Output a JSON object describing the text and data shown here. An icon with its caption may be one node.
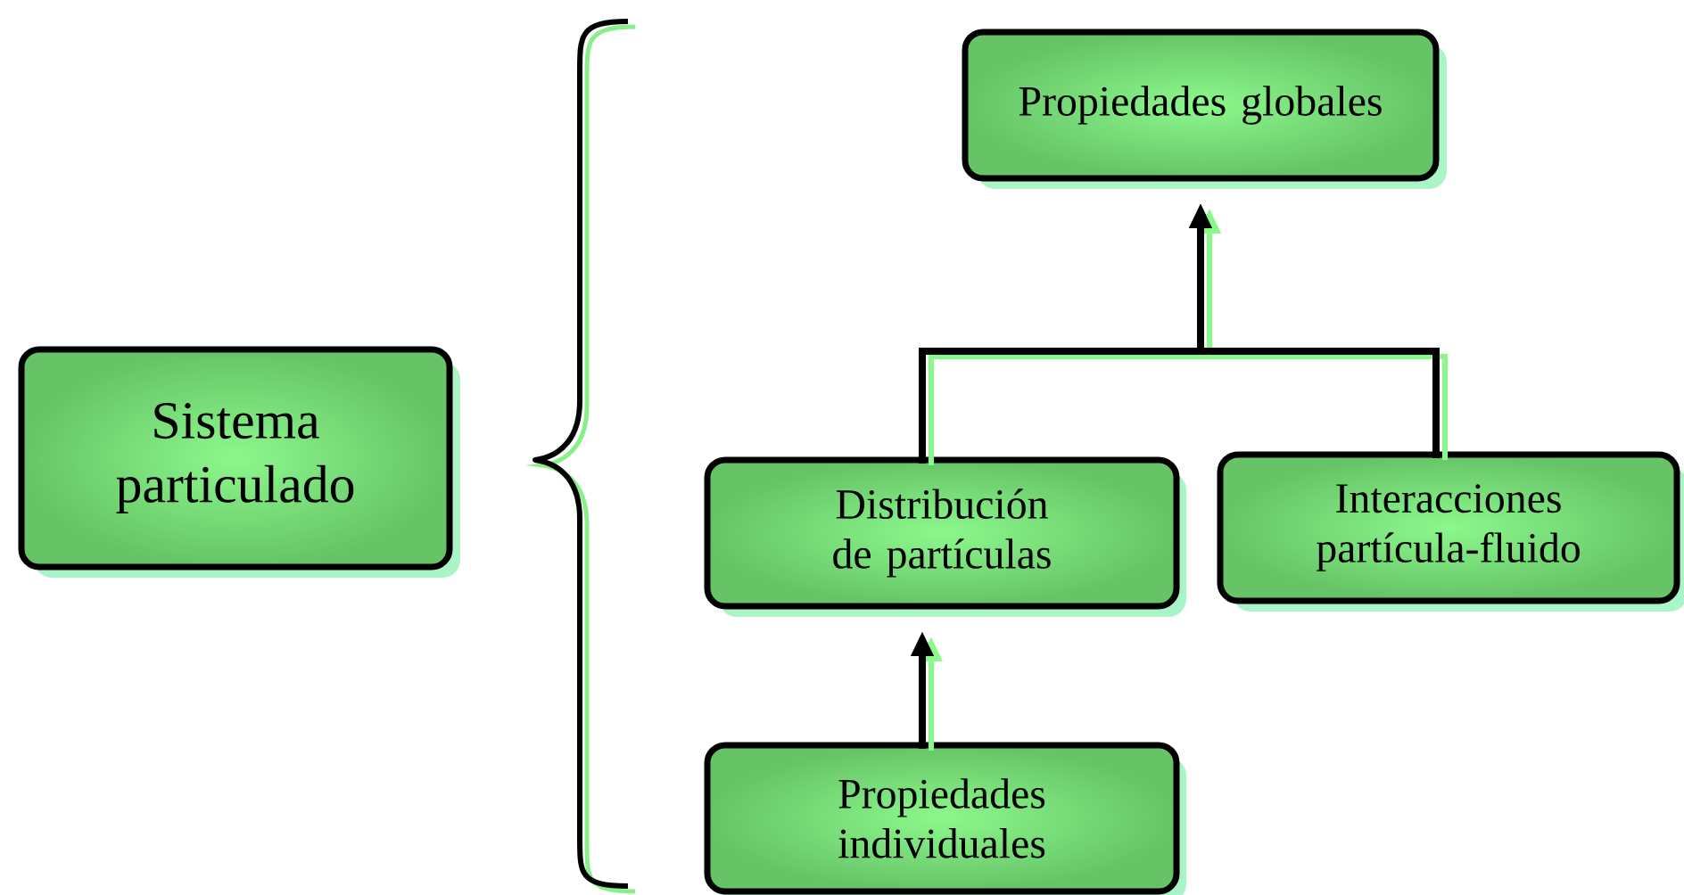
{
  "diagram": {
    "nodes": [
      {
        "text": [
          "Sistema particulado"
        ]
      },
      {
        "text": [
          "Propiedades globales"
        ]
      },
      {
        "text": [
          "Distribución de partículas"
        ]
      },
      {
        "text": [
          "Interacciones partícula-fluido"
        ]
      },
      {
        "text": [
          "Propiedades individuales"
        ]
      }
    ],
    "edges": [
      {
        "from": 2,
        "to": 1,
        "arrow": "to"
      },
      {
        "from": 3,
        "to": 1,
        "arrow": "to"
      },
      {
        "from": 4,
        "to": 2,
        "arrow": "to"
      }
    ]
  }
}
